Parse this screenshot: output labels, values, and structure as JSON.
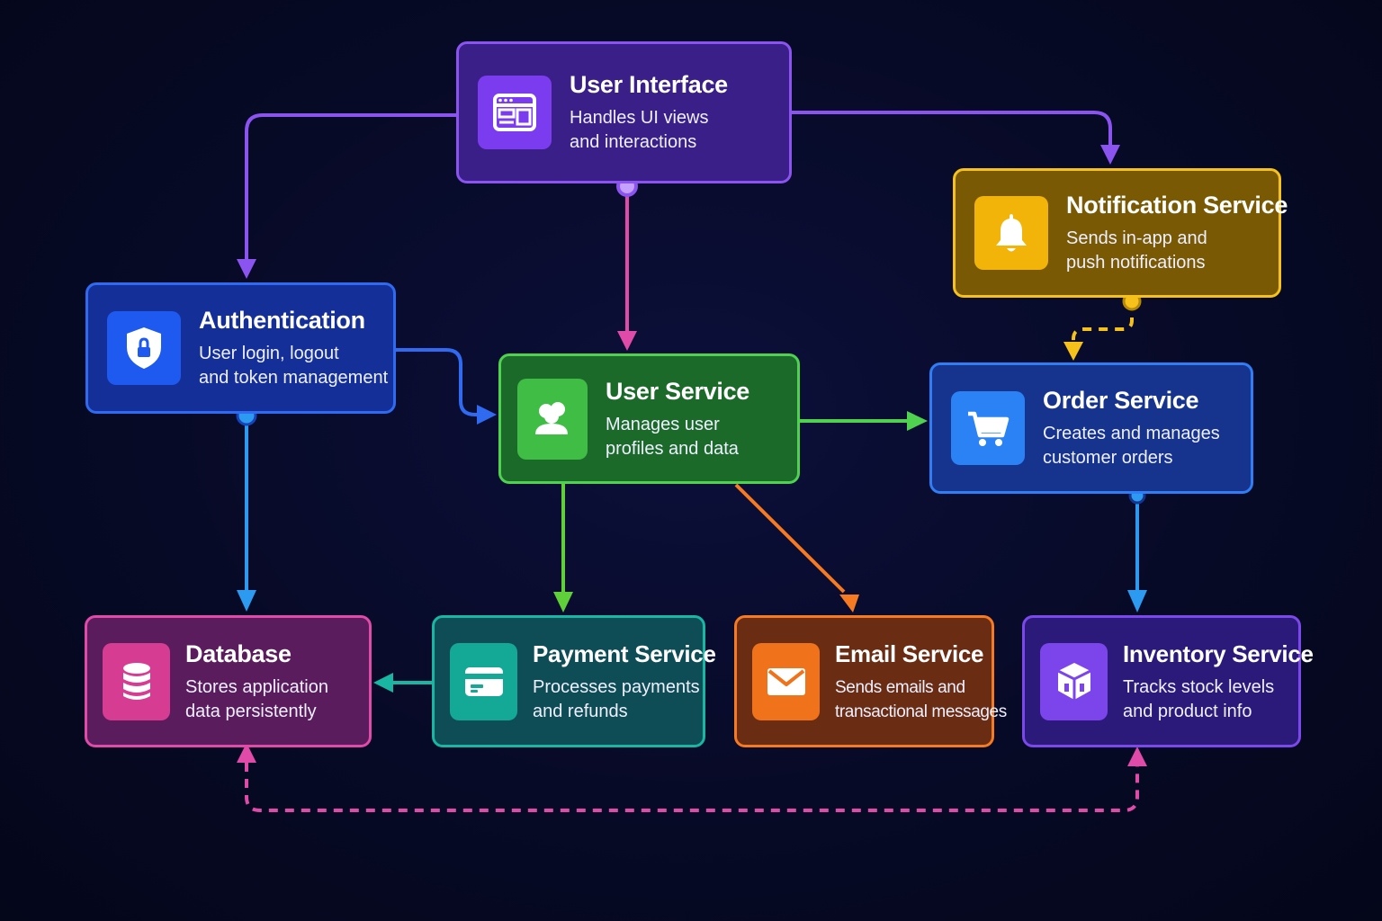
{
  "nodes": {
    "ui": {
      "title": "User Interface",
      "desc1": "Handles UI views",
      "desc2": "and interactions",
      "icon": "browser-window-icon",
      "color": "#8b54f0"
    },
    "notify": {
      "title": "Notification Service",
      "desc1": "Sends in-app and",
      "desc2": "push notifications",
      "icon": "bell-icon",
      "color": "#f7c11c"
    },
    "auth": {
      "title": "Authentication",
      "desc1": "User login, logout",
      "desc2": "and token management",
      "icon": "shield-lock-icon",
      "color": "#2f6af0"
    },
    "user": {
      "title": "User Service",
      "desc1": "Manages user",
      "desc2": "profiles and data",
      "icon": "users-icon",
      "color": "#4fd250"
    },
    "order": {
      "title": "Order Service",
      "desc1": "Creates and manages",
      "desc2": "customer orders",
      "icon": "cart-icon",
      "color": "#2f7ef5"
    },
    "db": {
      "title": "Database",
      "desc1": "Stores application",
      "desc2": "data persistently",
      "icon": "database-icon",
      "color": "#e04aa8"
    },
    "payment": {
      "title": "Payment Service",
      "desc1": "Processes payments",
      "desc2": "and refunds",
      "icon": "credit-card-icon",
      "color": "#19b6a4"
    },
    "email": {
      "title": "Email Service",
      "desc1": "Sends emails and",
      "desc2": "transactional messages",
      "icon": "envelope-icon",
      "color": "#f57a22"
    },
    "inv": {
      "title": "Inventory Service",
      "desc1": "Tracks stock levels",
      "desc2": "and product info",
      "icon": "box-icon",
      "color": "#7b48ec"
    }
  },
  "connections": [
    {
      "from": "User Interface",
      "to": "Authentication",
      "style": "solid",
      "color": "#8b54f0"
    },
    {
      "from": "User Interface",
      "to": "Notification Service",
      "style": "solid",
      "color": "#8b54f0"
    },
    {
      "from": "User Interface",
      "to": "User Service",
      "style": "solid",
      "color": "#e04aa8"
    },
    {
      "from": "Authentication",
      "to": "User Service",
      "style": "solid",
      "color": "#2f6af0"
    },
    {
      "from": "Authentication",
      "to": "Database",
      "style": "solid",
      "color": "#2b9af0"
    },
    {
      "from": "Notification Service",
      "to": "Order Service",
      "style": "dashed",
      "color": "#f7c11c"
    },
    {
      "from": "User Service",
      "to": "Order Service",
      "style": "solid",
      "color": "#4fd250"
    },
    {
      "from": "User Service",
      "to": "Payment Service",
      "style": "solid",
      "color": "#4fd250"
    },
    {
      "from": "User Service",
      "to": "Email Service",
      "style": "solid",
      "color": "#f57a22"
    },
    {
      "from": "Order Service",
      "to": "Inventory Service",
      "style": "solid",
      "color": "#2b9af0"
    },
    {
      "from": "Payment Service",
      "to": "Database",
      "style": "solid",
      "color": "#19b6a4"
    },
    {
      "from": "Database",
      "to": "Inventory Service",
      "style": "dashed",
      "color": "#e04aa8",
      "bidirectional": true
    }
  ]
}
